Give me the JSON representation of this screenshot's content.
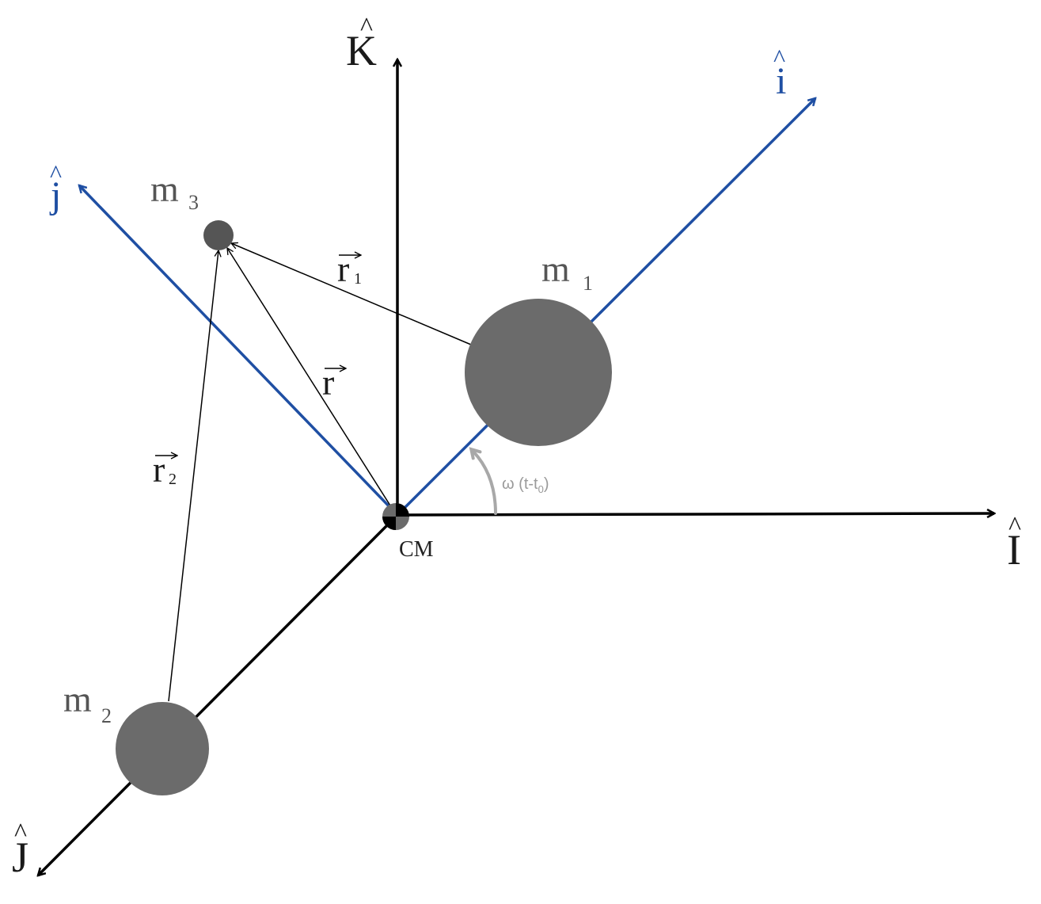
{
  "colors": {
    "fixed_axes": "#000000",
    "rotating_axes": "#1f4fa3",
    "mass": "#6b6b6b",
    "angle_arrow": "#a8a8a8"
  },
  "axes": {
    "K_hat": "K",
    "I_hat": "I",
    "J_hat": "J",
    "i_hat": "i",
    "j_hat": "j",
    "hat": "^"
  },
  "masses": {
    "m1": {
      "base": "m",
      "sub": "1"
    },
    "m2": {
      "base": "m",
      "sub": "2"
    },
    "m3": {
      "base": "m",
      "sub": "3"
    }
  },
  "vectors": {
    "r": {
      "base": "r",
      "sub": ""
    },
    "r1": {
      "base": "r",
      "sub": "1"
    },
    "r2": {
      "base": "r",
      "sub": "2"
    }
  },
  "center_of_mass": "CM",
  "angle": {
    "prefix": "ω (t-t",
    "sub": "0",
    "suffix": ")"
  }
}
